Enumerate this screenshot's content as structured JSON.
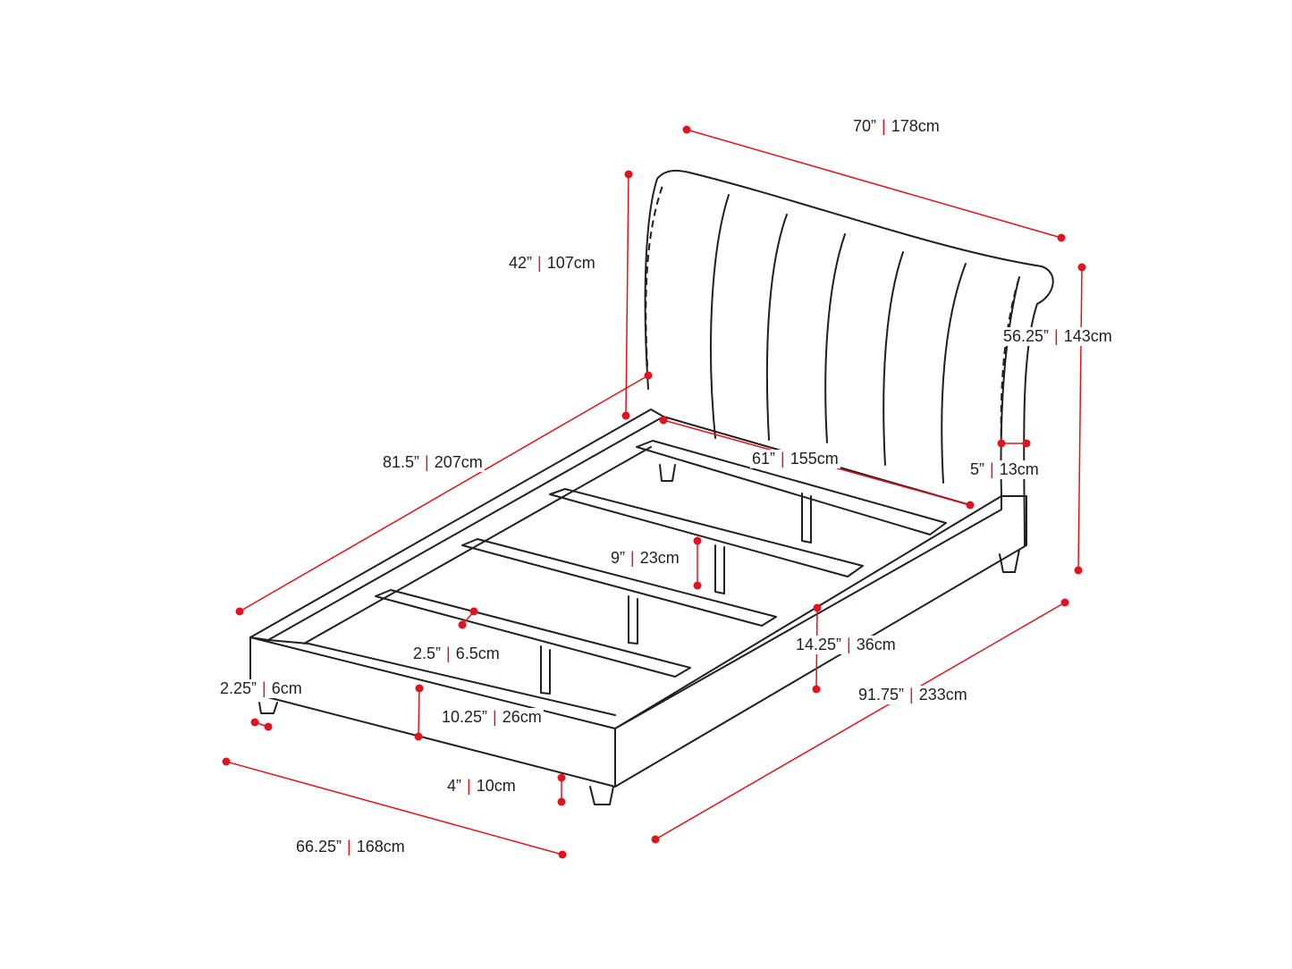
{
  "dimensions": {
    "headboard_width": {
      "imperial": "70”",
      "metric": "178cm"
    },
    "headboard_height_above_frame": {
      "imperial": "42”",
      "metric": "107cm"
    },
    "total_height": {
      "imperial": "56.25”",
      "metric": "143cm"
    },
    "inner_length": {
      "imperial": "81.5”",
      "metric": "207cm"
    },
    "inner_width": {
      "imperial": "61”",
      "metric": "155cm"
    },
    "headboard_depth": {
      "imperial": "5”",
      "metric": "13cm"
    },
    "slat_spacing": {
      "imperial": "9”",
      "metric": "23cm"
    },
    "frame_height": {
      "imperial": "14.25”",
      "metric": "36cm"
    },
    "slat_width": {
      "imperial": "2.5”",
      "metric": "6.5cm"
    },
    "center_leg": {
      "imperial": "2.25”",
      "metric": "6cm"
    },
    "rail_height": {
      "imperial": "10.25”",
      "metric": "26cm"
    },
    "total_length": {
      "imperial": "91.75”",
      "metric": "233cm"
    },
    "leg_height": {
      "imperial": "4”",
      "metric": "10cm"
    },
    "total_width": {
      "imperial": "66.25”",
      "metric": "168cm"
    }
  },
  "colors": {
    "dimension": "#e0141e",
    "line": "#231f20"
  }
}
